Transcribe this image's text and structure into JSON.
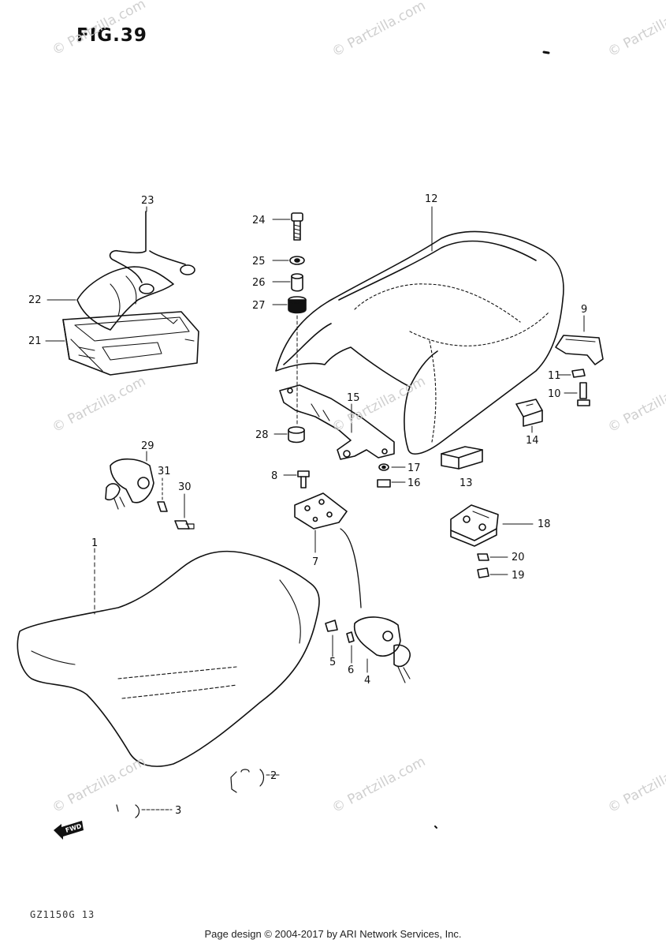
{
  "figure_title": "FIG.39",
  "diagram_code": "GZ1150G 13",
  "footer": "Page design © 2004-2017 by ARI Network Services, Inc.",
  "watermark_text": "© Partzilla.com",
  "fwd_label": "FWD",
  "callouts": [
    {
      "id": "1",
      "label": "1"
    },
    {
      "id": "2",
      "label": "2"
    },
    {
      "id": "3",
      "label": "3"
    },
    {
      "id": "4",
      "label": "4"
    },
    {
      "id": "5",
      "label": "5"
    },
    {
      "id": "6",
      "label": "6"
    },
    {
      "id": "7",
      "label": "7"
    },
    {
      "id": "8",
      "label": "8"
    },
    {
      "id": "9",
      "label": "9"
    },
    {
      "id": "10",
      "label": "10"
    },
    {
      "id": "11",
      "label": "11"
    },
    {
      "id": "12",
      "label": "12"
    },
    {
      "id": "13",
      "label": "13"
    },
    {
      "id": "14",
      "label": "14"
    },
    {
      "id": "15",
      "label": "15"
    },
    {
      "id": "16",
      "label": "16"
    },
    {
      "id": "17",
      "label": "17"
    },
    {
      "id": "18",
      "label": "18"
    },
    {
      "id": "19",
      "label": "19"
    },
    {
      "id": "20",
      "label": "20"
    },
    {
      "id": "21",
      "label": "21"
    },
    {
      "id": "22",
      "label": "22"
    },
    {
      "id": "23",
      "label": "23"
    },
    {
      "id": "24",
      "label": "24"
    },
    {
      "id": "25",
      "label": "25"
    },
    {
      "id": "26",
      "label": "26"
    },
    {
      "id": "27",
      "label": "27"
    },
    {
      "id": "28",
      "label": "28"
    },
    {
      "id": "29",
      "label": "29"
    },
    {
      "id": "30",
      "label": "30"
    },
    {
      "id": "31",
      "label": "31"
    }
  ],
  "colors": {
    "ink": "#111111",
    "watermark": "#cfcfcf",
    "background": "#ffffff"
  }
}
